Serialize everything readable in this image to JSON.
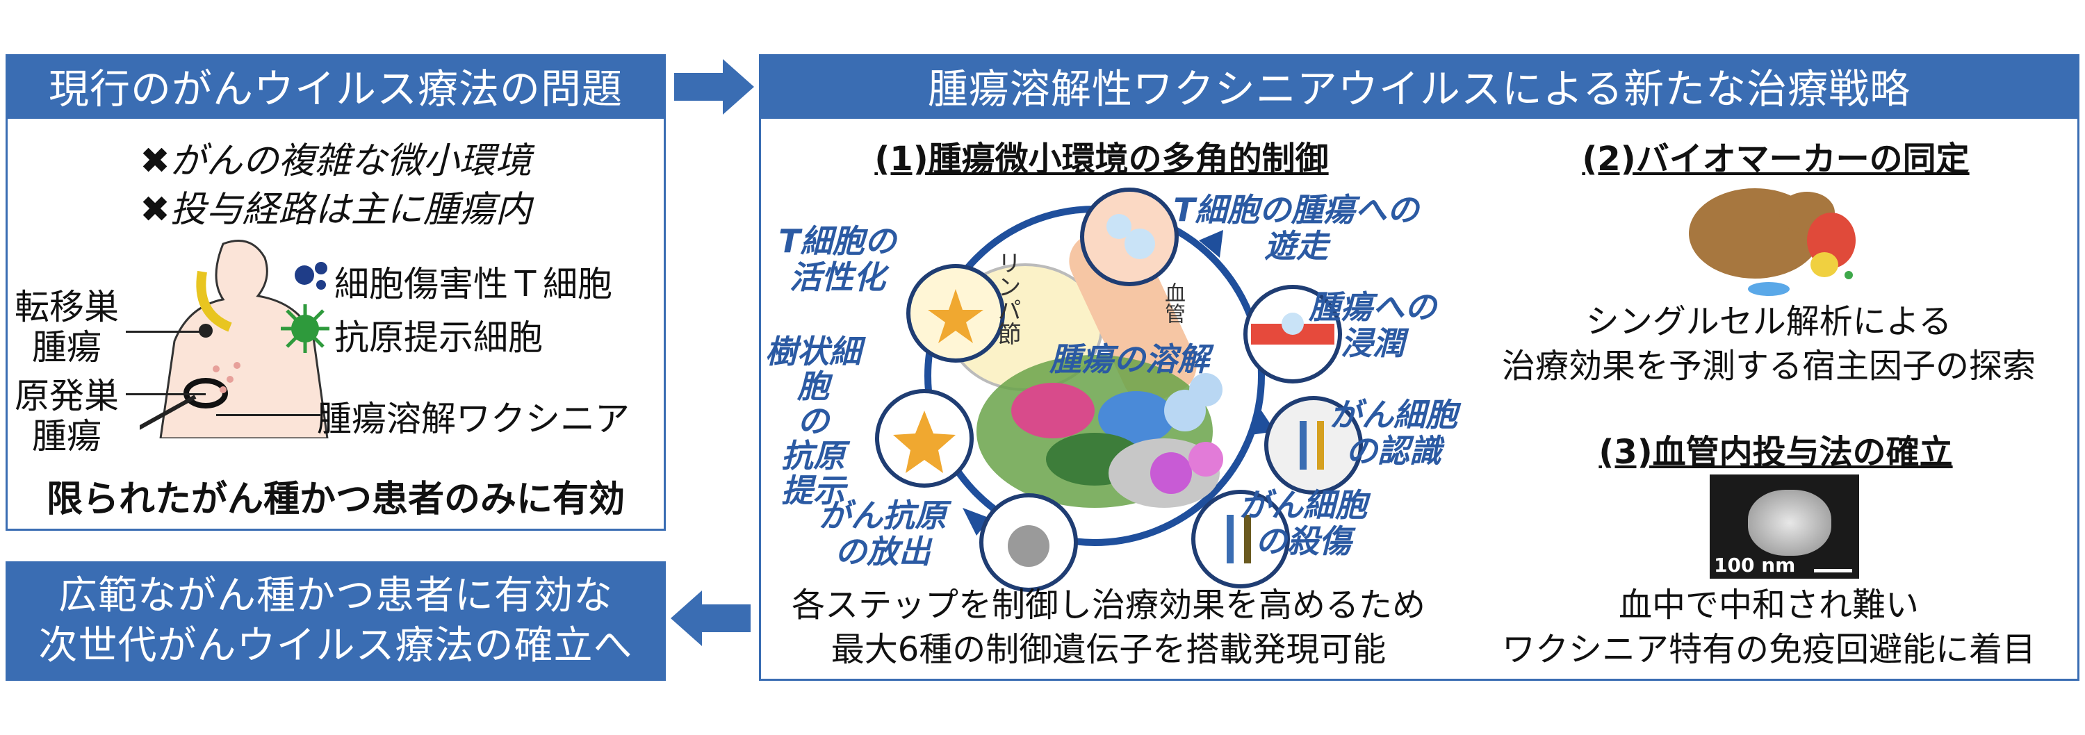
{
  "left_panel": {
    "header": "現行のがんウイルス療法の問題",
    "problems": [
      "がんの複雑な微小環境",
      "投与経路は主に腫瘍内"
    ],
    "labels": {
      "metastatic": [
        "転移巣",
        "腫瘍"
      ],
      "primary": [
        "原発巣",
        "腫瘍"
      ],
      "t_cell": "細胞傷害性Ｔ細胞",
      "apc": "抗原提示細胞",
      "virus": "腫瘍溶解ワクシニア"
    },
    "conclusion": "限られたがん種かつ患者のみに有効"
  },
  "bottom_left": {
    "lines": [
      "広範ながん種かつ患者に有効な",
      "次世代がんウイルス療法の確立へ"
    ]
  },
  "right_panel": {
    "header": "腫瘍溶解性ワクシニアウイルスによる新たな治療戦略",
    "section1": {
      "title": "(1)腫瘍微小環境の多角的制御",
      "cycle_labels": {
        "t_activation": [
          "T細胞の",
          "活性化"
        ],
        "t_migration": [
          "T細胞の腫瘍への",
          "遊走"
        ],
        "infiltration": [
          "腫瘍への",
          "浸潤"
        ],
        "recognition": [
          "がん細胞",
          "の認識"
        ],
        "killing": [
          "がん細胞",
          "の殺傷"
        ],
        "release": [
          "がん抗原",
          "の放出"
        ],
        "presentation": [
          "樹状細胞",
          "の",
          "抗原",
          "提示"
        ],
        "lysis": "腫瘍の溶解",
        "lymph": "リンパ節",
        "vessel": "血管"
      },
      "caption": [
        "各ステップを制御し治療効果を高めるため",
        "最大6種の制御遺伝子を搭載発現可能"
      ]
    },
    "section2": {
      "title": "(2)バイオマーカーの同定",
      "caption": [
        "シングルセル解析による",
        "治療効果を予測する宿主因子の探索"
      ]
    },
    "section3": {
      "title": "(3)血管内投与法の確立",
      "scale": "100 nm",
      "caption": [
        "血中で中和され難い",
        "ワクシニア特有の免疫回避能に着目"
      ]
    }
  },
  "colors": {
    "accent": "#3a6db3",
    "cycle_text": "#2b5aa3"
  }
}
